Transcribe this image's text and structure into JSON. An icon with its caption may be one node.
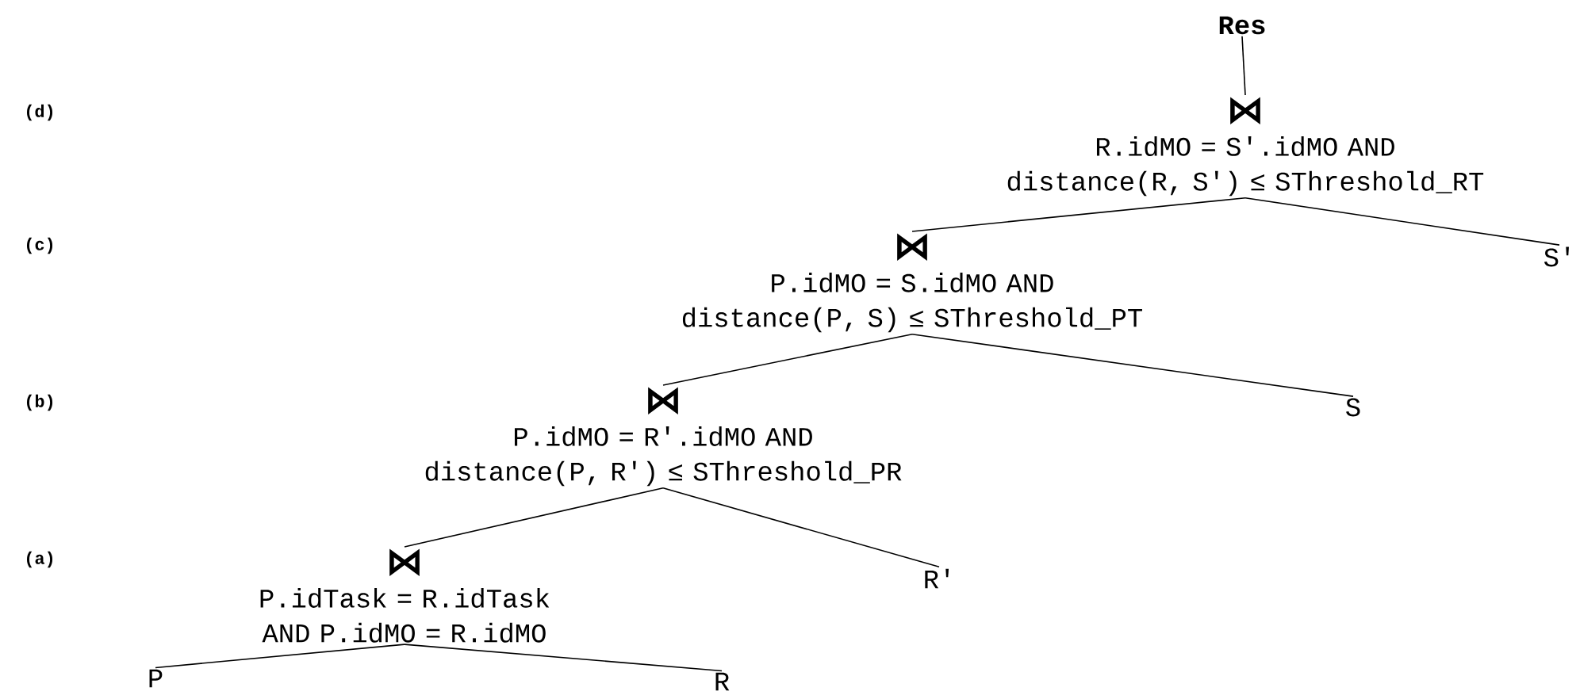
{
  "diagram": {
    "nodes": [
      {
        "text": [
          "Res"
        ]
      },
      {
        "text": [
          "⋈",
          "R.idMO = S'.idMO AND distance(R, S') ≤ SThreshold_RT"
        ]
      },
      {
        "text": [
          "⋈",
          "P.idMO = S.idMO AND distance(P, S) ≤ SThreshold_PT"
        ]
      },
      {
        "text": [
          "S'"
        ]
      },
      {
        "text": [
          "⋈",
          "P.idMO = R'.idMO AND distance(P, R') ≤ SThreshold_PR"
        ]
      },
      {
        "text": [
          "S"
        ]
      },
      {
        "text": [
          "⋈",
          "P.idTask = R.idTask AND P.idMO = R.idMO"
        ]
      },
      {
        "text": [
          "R'"
        ]
      },
      {
        "text": [
          "P"
        ]
      },
      {
        "text": [
          "R"
        ]
      }
    ],
    "edges": [
      {
        "from": 0,
        "to": 1,
        "arrow": "none"
      },
      {
        "from": 1,
        "to": 2,
        "arrow": "none"
      },
      {
        "from": 1,
        "to": 3,
        "arrow": "none"
      },
      {
        "from": 2,
        "to": 4,
        "arrow": "none"
      },
      {
        "from": 2,
        "to": 5,
        "arrow": "none"
      },
      {
        "from": 4,
        "to": 6,
        "arrow": "none"
      },
      {
        "from": 4,
        "to": 7,
        "arrow": "none"
      },
      {
        "from": 6,
        "to": 8,
        "arrow": "none"
      },
      {
        "from": 6,
        "to": 9,
        "arrow": "none"
      }
    ],
    "labels": [
      "(d)",
      "(c)",
      "(b)",
      "(a)"
    ]
  }
}
